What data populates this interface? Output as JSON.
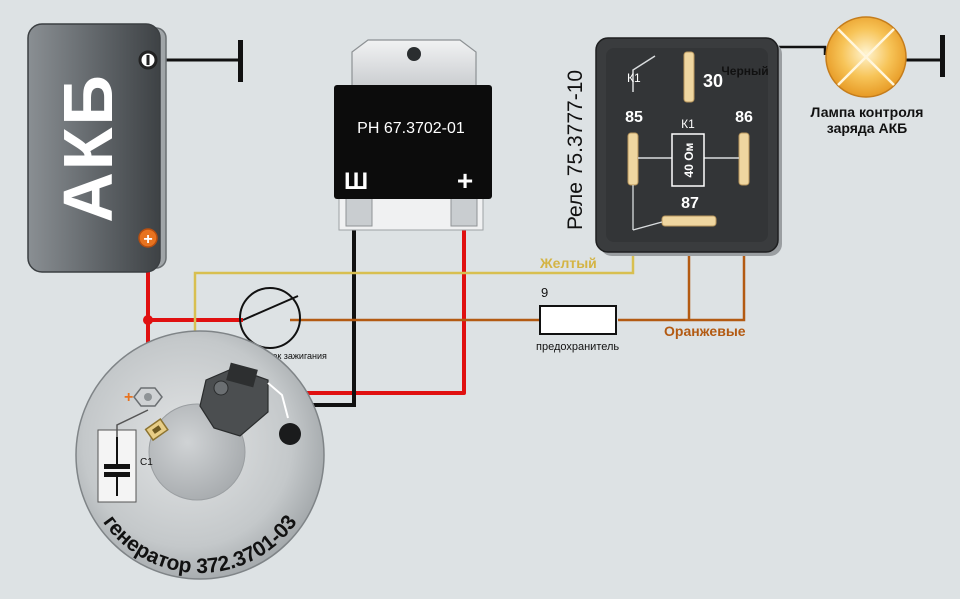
{
  "battery": {
    "label": "АКБ"
  },
  "regulator": {
    "label": "РН 67.3702-01",
    "terminal_sh": "Ш",
    "terminal_plus": "+"
  },
  "relay": {
    "label": "Реле 75.3777-10",
    "pin_30": "30",
    "pin_85": "85",
    "pin_86": "86",
    "pin_87": "87",
    "contact_label": "К1",
    "coil_label": "К1",
    "coil_resistance": "40 Ом",
    "wire_color_30": "Черный"
  },
  "lamp": {
    "label_line1": "Лампа контроля",
    "label_line2": "заряда АКБ"
  },
  "wires": {
    "yellow_label": "Желтый",
    "orange_label": "Оранжевые"
  },
  "fuse": {
    "number": "9",
    "label": "предохранитель"
  },
  "ignition": {
    "label": "замок зажигания"
  },
  "generator": {
    "label": "генератор 372.3701-03",
    "capacitor_label": "С1",
    "plus_mark": "+"
  },
  "colors": {
    "background": "#dde2e4",
    "red_wire": "#e01010",
    "black_wire": "#111111",
    "yellow_wire": "#d8bf50",
    "orange_wire": "#b35a12",
    "lamp": "#f5b340"
  }
}
